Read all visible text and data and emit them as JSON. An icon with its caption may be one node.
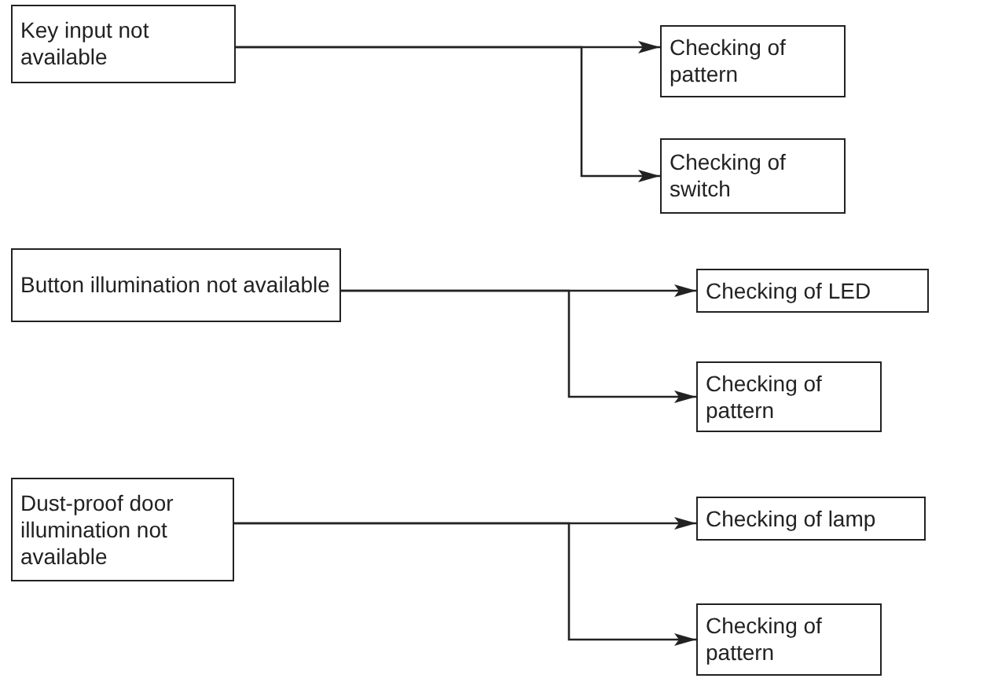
{
  "diagram": {
    "nodes": [
      {
        "text": [
          "Key input not available"
        ]
      },
      {
        "text": [
          "Checking of pattern"
        ]
      },
      {
        "text": [
          "Checking of switch"
        ]
      },
      {
        "text": [
          "Button illumination not available"
        ]
      },
      {
        "text": [
          "Checking of LED"
        ]
      },
      {
        "text": [
          "Checking of pattern"
        ]
      },
      {
        "text": [
          "Dust-proof door illumination not available"
        ]
      },
      {
        "text": [
          "Checking of lamp"
        ]
      },
      {
        "text": [
          "Checking of pattern"
        ]
      }
    ],
    "edges": [
      {
        "from": 0,
        "to": 1,
        "arrow": "to"
      },
      {
        "from": 0,
        "to": 2,
        "arrow": "to"
      },
      {
        "from": 3,
        "to": 4,
        "arrow": "to"
      },
      {
        "from": 3,
        "to": 5,
        "arrow": "to"
      },
      {
        "from": 6,
        "to": 7,
        "arrow": "to"
      },
      {
        "from": 6,
        "to": 8,
        "arrow": "to"
      }
    ]
  }
}
